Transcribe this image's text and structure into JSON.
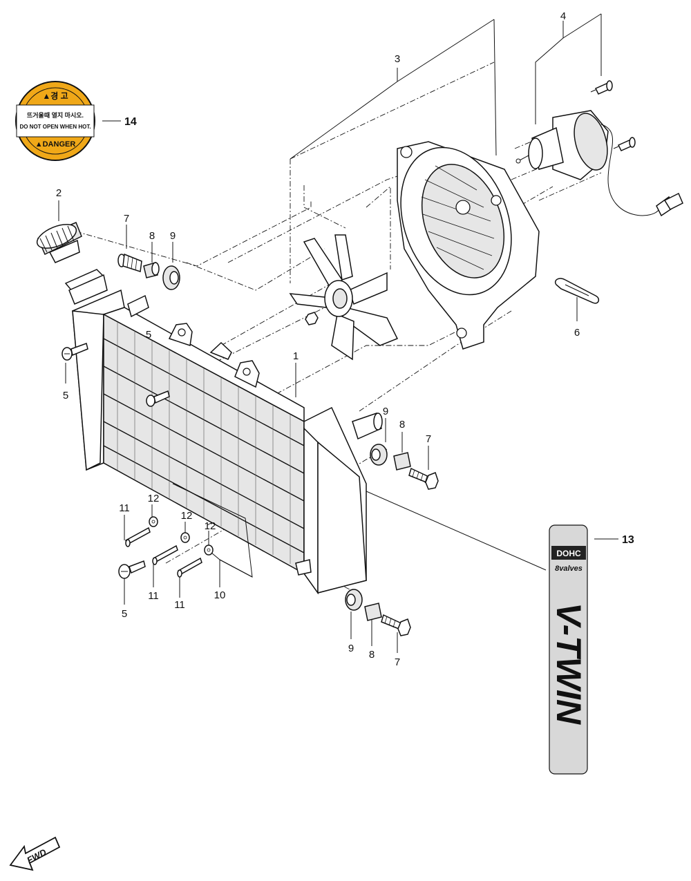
{
  "callouts": {
    "c1": "1",
    "c2": "2",
    "c3": "3",
    "c4": "4",
    "c5a": "5",
    "c5b": "5",
    "c5c": "5",
    "c6": "6",
    "c7a": "7",
    "c7b": "7",
    "c7c": "7",
    "c8a": "8",
    "c8b": "8",
    "c8c": "8",
    "c9a": "9",
    "c9b": "9",
    "c9c": "9",
    "c10": "10",
    "c11a": "11",
    "c11b": "11",
    "c11c": "11",
    "c12a": "12",
    "c12b": "12",
    "c12c": "12",
    "c13": "13",
    "c14": "14"
  },
  "warning_label": {
    "top_text": "▲경 고",
    "line1": "뜨거울때 열지 마시오.",
    "line2": "DO NOT OPEN WHEN HOT.",
    "bottom_text": "▲DANGER"
  },
  "decal": {
    "badge": "DOHC",
    "valves": "8valves",
    "vtwin": "V-TWIN"
  },
  "fwd_arrow": "FWD",
  "colors": {
    "line": "#111111",
    "label_yellow": "#f0a818",
    "decal_gray": "#d8d8d8",
    "badge_bg": "#222222"
  }
}
